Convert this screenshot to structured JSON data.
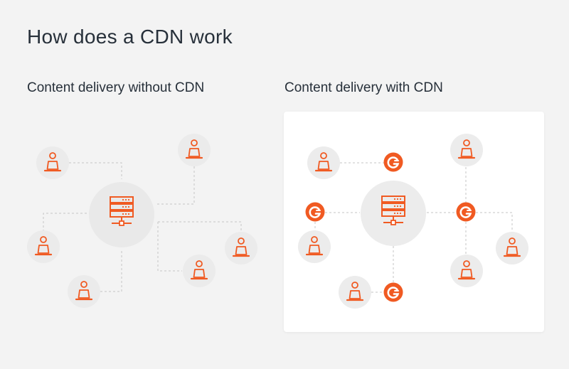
{
  "page": {
    "title": "How does a CDN work"
  },
  "panels": {
    "without_cdn": {
      "heading": "Content delivery without CDN"
    },
    "with_cdn": {
      "heading": "Content delivery with CDN"
    }
  },
  "colors": {
    "accent": "#f05a22",
    "node_bg": "#ececec",
    "server_bg": "#e9e9e9",
    "line": "#c6c6c6",
    "page_bg": "#f3f3f3",
    "card_bg": "#ffffff"
  },
  "icons": [
    "server-icon",
    "laptop-user-icon",
    "cdn-edge-icon"
  ]
}
